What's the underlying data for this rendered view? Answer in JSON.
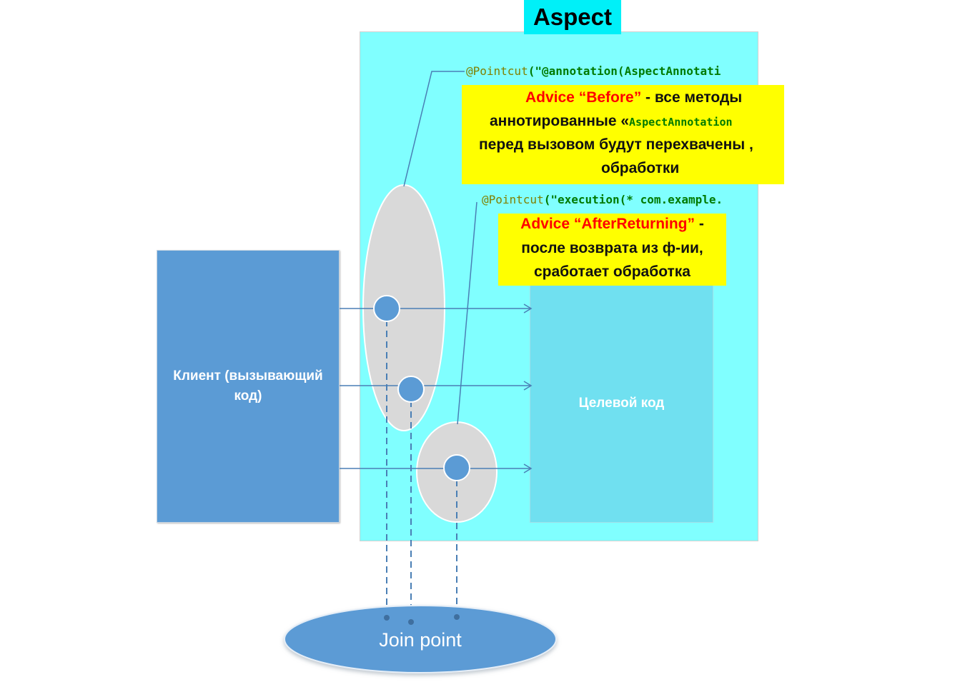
{
  "aspect": {
    "title": "Aspect"
  },
  "client": {
    "label": "Клиент (вызывающий код)"
  },
  "target": {
    "label": "Целевой код"
  },
  "pointcut1": {
    "annotation": "@Pointcut",
    "args": "(\"@annotation(AspectAnnotati"
  },
  "pointcut2": {
    "annotation": "@Pointcut",
    "args": "(\"execution(* com.example."
  },
  "advice_before": {
    "name": "Advice “Before”",
    "line1_rest": " - все методы",
    "line2_text": "аннотированные «",
    "line2_code": "AspectAnnotation",
    "line3": "перед вызовом будут перехвачены ,",
    "line4": "обработки"
  },
  "advice_after": {
    "name": "Advice “AfterReturning”",
    "line1_rest": " -",
    "line2": "после возврата из ф-ии,",
    "line3": "сработает обработка"
  },
  "joinpoint": {
    "label": "Join point"
  },
  "colors": {
    "aspect_bg": "#80ffff",
    "aspect_title_bg": "#00f0f8",
    "client_bg": "#5b9bd5",
    "target_bg": "#70e0f0",
    "advice_bg": "#ffff00",
    "advice_name": "#ff0000",
    "ellipse_fill": "#d9d9d9",
    "point_fill": "#5b9bd5",
    "line": "#4a7fb5"
  }
}
